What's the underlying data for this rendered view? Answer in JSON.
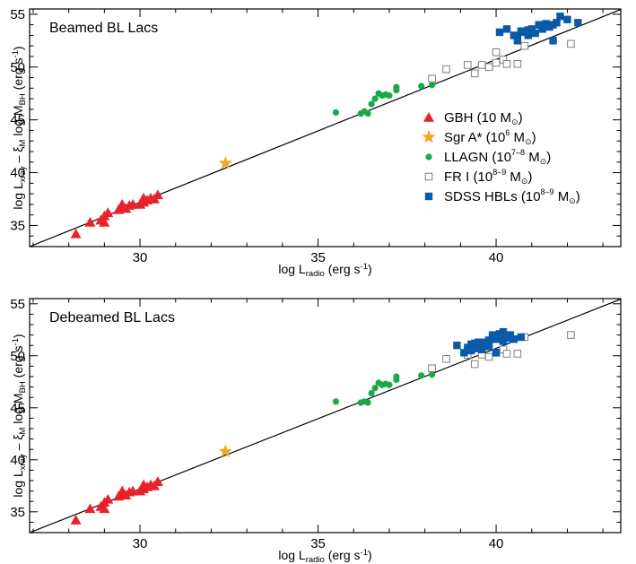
{
  "chart_data": [
    {
      "type": "scatter",
      "title": "Beamed BL Lacs",
      "xlabel": {
        "main": "log L",
        "sub": "radio",
        "units": " (erg s",
        "exp": "-1",
        "close": ")"
      },
      "ylabel": {
        "p1": "log L",
        "s1": "xray",
        "p2": " – ",
        "xi": "ξ",
        "s2": "M",
        "p3": " log M",
        "s3": "BH",
        "p4": " (erg s",
        "exp": "-1",
        "close": ")"
      },
      "xlim": [
        26.9,
        43.5
      ],
      "ylim": [
        33,
        55.5
      ],
      "xticks": [
        "30",
        "35",
        "40"
      ],
      "xtick_values": [
        30,
        35,
        40
      ],
      "yticks": [
        "35",
        "40",
        "45",
        "50",
        "55"
      ],
      "ytick_values": [
        35,
        40,
        45,
        50,
        55
      ],
      "fit_line": {
        "x": [
          26.9,
          43.5
        ],
        "y": [
          33.0,
          55.45
        ]
      },
      "legend": [
        {
          "marker": "triangle",
          "color": "#e8222a",
          "name": "GBH (10 M",
          "sup": "",
          "tail": ")"
        },
        {
          "marker": "star",
          "color": "#f5a623",
          "name": "Sgr A* (10",
          "sup": "6",
          "tail": " M)"
        },
        {
          "marker": "circle",
          "color": "#1aa84a",
          "name": "LLAGN (10",
          "sup": "7–8",
          "tail": " M)"
        },
        {
          "marker": "open-square",
          "color": "#7f7f7f",
          "name": "FR I (10",
          "sup": "8–9",
          "tail": " M)"
        },
        {
          "marker": "square",
          "color": "#0a5aaa",
          "name": "SDSS HBLs (10",
          "sup": "8–9",
          "tail": " M)"
        }
      ],
      "series": [
        {
          "name": "GBH (10 M)",
          "marker": "triangle",
          "color": "#e8222a",
          "x": [
            28.2,
            28.6,
            28.9,
            29.0,
            29.0,
            29.1,
            29.4,
            29.5,
            29.5,
            29.6,
            29.7,
            29.8,
            30.0,
            30.1,
            30.1,
            30.2,
            30.3,
            30.4,
            30.5
          ],
          "y": [
            34.2,
            35.3,
            35.5,
            35.3,
            35.9,
            36.2,
            36.5,
            36.8,
            37.0,
            36.6,
            36.9,
            37.0,
            37.0,
            37.2,
            37.6,
            37.4,
            37.6,
            37.5,
            37.9
          ]
        },
        {
          "name": "Sgr A* (10^6 M)",
          "marker": "star",
          "color": "#f5a623",
          "x": [
            32.4
          ],
          "y": [
            40.9
          ]
        },
        {
          "name": "LLAGN (10^7-8 M)",
          "marker": "circle",
          "color": "#1aa84a",
          "x": [
            35.5,
            36.2,
            36.3,
            36.4,
            36.5,
            36.6,
            36.7,
            36.8,
            36.9,
            37.0,
            37.2,
            37.2,
            37.9,
            38.2
          ],
          "y": [
            45.7,
            45.6,
            45.8,
            45.6,
            46.5,
            47.0,
            47.5,
            47.3,
            47.4,
            47.3,
            47.8,
            48.1,
            48.2,
            48.3
          ]
        },
        {
          "name": "FR I (10^8-9 M)",
          "marker": "open-square",
          "color": "#7f7f7f",
          "x": [
            38.2,
            38.6,
            39.2,
            39.4,
            39.6,
            39.8,
            40.0,
            40.0,
            40.2,
            40.3,
            40.6,
            40.8,
            42.1
          ],
          "y": [
            48.9,
            49.8,
            50.2,
            49.4,
            50.2,
            50.0,
            50.4,
            51.4,
            50.7,
            50.3,
            50.3,
            52.0,
            52.2
          ]
        },
        {
          "name": "SDSS HBLs (10^8-9 M)",
          "marker": "square",
          "color": "#0a5aaa",
          "x": [
            40.1,
            40.3,
            40.5,
            40.6,
            40.7,
            40.8,
            40.9,
            41.0,
            41.1,
            41.2,
            41.3,
            41.4,
            41.5,
            41.6,
            41.7,
            41.8,
            42.0,
            42.3,
            40.6,
            40.9,
            41.3,
            41.6
          ],
          "y": [
            53.3,
            53.6,
            53.0,
            52.5,
            53.4,
            53.3,
            53.5,
            53.6,
            53.2,
            54.0,
            53.6,
            54.1,
            53.8,
            52.5,
            54.2,
            54.8,
            54.5,
            54.2,
            52.9,
            53.0,
            53.8,
            54.0
          ]
        }
      ]
    },
    {
      "type": "scatter",
      "title": "Debeamed BL Lacs",
      "xlabel": {
        "main": "log L",
        "sub": "radio",
        "units": " (erg s",
        "exp": "-1",
        "close": ")"
      },
      "ylabel": {
        "p1": "log L",
        "s1": "xray",
        "p2": " – ",
        "xi": "ξ",
        "s2": "M",
        "p3": " log M",
        "s3": "BH",
        "p4": " (erg s",
        "exp": "-1",
        "close": ")"
      },
      "xlim": [
        26.9,
        43.5
      ],
      "ylim": [
        33,
        55.5
      ],
      "xticks": [
        "30",
        "35",
        "40"
      ],
      "xtick_values": [
        30,
        35,
        40
      ],
      "yticks": [
        "35",
        "40",
        "45",
        "50",
        "55"
      ],
      "ytick_values": [
        35,
        40,
        45,
        50,
        55
      ],
      "fit_line": {
        "x": [
          26.9,
          43.5
        ],
        "y": [
          33.0,
          55.45
        ]
      },
      "series": [
        {
          "name": "GBH (10 M)",
          "marker": "triangle",
          "color": "#e8222a",
          "x": [
            28.2,
            28.6,
            28.9,
            29.0,
            29.0,
            29.1,
            29.4,
            29.5,
            29.5,
            29.6,
            29.7,
            29.8,
            30.0,
            30.1,
            30.1,
            30.2,
            30.3,
            30.4,
            30.5
          ],
          "y": [
            34.2,
            35.3,
            35.5,
            35.3,
            35.9,
            36.2,
            36.5,
            36.8,
            37.0,
            36.6,
            36.9,
            37.0,
            37.0,
            37.2,
            37.6,
            37.4,
            37.6,
            37.5,
            37.9
          ]
        },
        {
          "name": "Sgr A* (10^6 M)",
          "marker": "star",
          "color": "#f5a623",
          "x": [
            32.4
          ],
          "y": [
            40.8
          ]
        },
        {
          "name": "LLAGN (10^7-8 M)",
          "marker": "circle",
          "color": "#1aa84a",
          "x": [
            35.5,
            36.2,
            36.3,
            36.4,
            36.5,
            36.6,
            36.7,
            36.8,
            36.9,
            37.0,
            37.2,
            37.2,
            37.9,
            38.2
          ],
          "y": [
            45.6,
            45.5,
            45.6,
            45.5,
            46.4,
            46.9,
            47.4,
            47.2,
            47.3,
            47.2,
            47.7,
            48.0,
            48.1,
            48.2
          ]
        },
        {
          "name": "FR I (10^8-9 M)",
          "marker": "open-square",
          "color": "#7f7f7f",
          "x": [
            38.2,
            38.6,
            39.2,
            39.4,
            39.6,
            39.8,
            40.0,
            40.2,
            40.3,
            40.6,
            40.8,
            42.1
          ],
          "y": [
            48.8,
            49.7,
            50.1,
            49.2,
            50.1,
            49.9,
            50.3,
            50.6,
            50.2,
            50.2,
            51.8,
            52.0
          ]
        },
        {
          "name": "SDSS HBLs (10^8-9 M)",
          "marker": "square",
          "color": "#0a5aaa",
          "x": [
            38.9,
            39.1,
            39.2,
            39.3,
            39.4,
            39.5,
            39.6,
            39.7,
            39.8,
            39.9,
            40.0,
            40.0,
            40.1,
            40.2,
            40.2,
            40.3,
            40.4,
            40.5,
            40.7,
            39.5,
            39.8,
            40.1,
            39.3,
            39.6,
            39.9
          ],
          "y": [
            51.0,
            50.3,
            50.8,
            51.1,
            51.2,
            50.7,
            51.1,
            51.3,
            51.5,
            51.8,
            51.6,
            50.3,
            51.9,
            52.3,
            51.4,
            51.7,
            52.0,
            51.6,
            51.8,
            51.3,
            50.9,
            52.1,
            50.5,
            50.6,
            52.0
          ]
        }
      ]
    }
  ]
}
